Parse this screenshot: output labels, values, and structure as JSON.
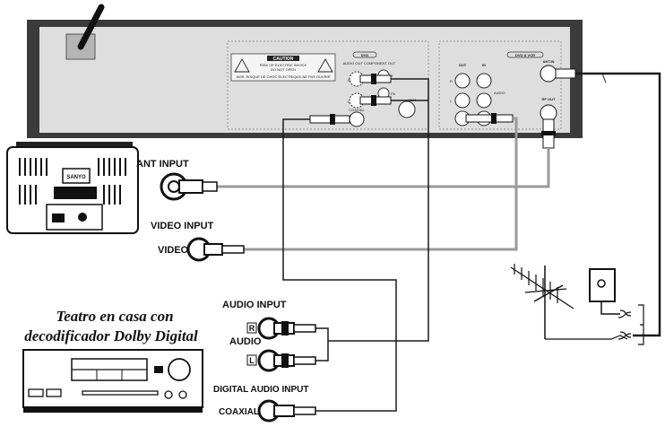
{
  "labels": {
    "ant_input": "ANT INPUT",
    "video_input": "VIDEO INPUT",
    "video": "VIDEO",
    "audio_input": "AUDIO INPUT",
    "audio": "AUDIO",
    "r": "R",
    "l": "L",
    "digital_audio_input": "DIGITAL AUDIO INPUT",
    "coaxial": "COAXIAL",
    "home_theater_line1": "Teatro en casa con",
    "home_theater_line2": "decodificador Dolby Digital",
    "tv_brand": "SANYO"
  },
  "device_panel": {
    "caution": "CAUTION",
    "caution_sub1": "RISK OF ELECTRIC SHOCK",
    "caution_sub2": "DO NOT OPEN",
    "warning_text": "AVIS: RISQUE DE CHOC ELECTRIQUE-NE PAS OUVRIR",
    "dvd_tag": "DVD",
    "audio_out_component": "AUDIO OUT  COMPONENT OUT",
    "coaxial_small": "COAXIAL",
    "out_small": "OUT",
    "dvd_vcr_tag": "DVD & VCR",
    "out": "OUT",
    "in": "IN",
    "audio_small": "AUDIO",
    "ant_in": "ANT.IN",
    "rf_out": "RF OUT",
    "r_small": "R",
    "l_small": "L",
    "y_small": "Y",
    "cb_small": "Pb",
    "cr_small": "Pr"
  },
  "colors": {
    "panel_frame": "#3b3b3b",
    "panel_face": "#dcdcdc",
    "cable_gray": "#9a9a9a",
    "cable_black": "#1a1a1a"
  }
}
